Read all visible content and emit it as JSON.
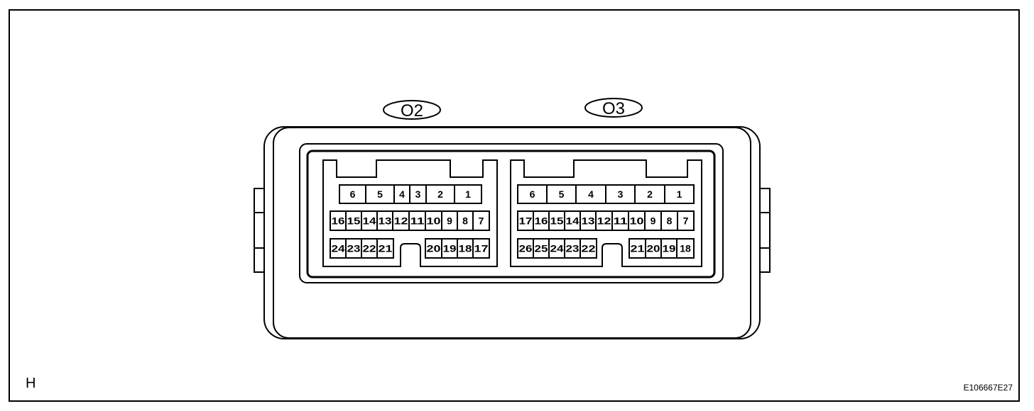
{
  "corner_label": "H",
  "reference_code": "E106667E27",
  "connectors": [
    {
      "label": "O2",
      "rows": [
        [
          "6",
          "5",
          "4",
          "3",
          "2",
          "1"
        ],
        [
          "16",
          "15",
          "14",
          "13",
          "12",
          "11",
          "10",
          "9",
          "8",
          "7"
        ],
        [
          "24",
          "23",
          "22",
          "21",
          "20",
          "19",
          "18",
          "17"
        ]
      ]
    },
    {
      "label": "O3",
      "rows": [
        [
          "6",
          "5",
          "4",
          "3",
          "2",
          "1"
        ],
        [
          "17",
          "16",
          "15",
          "14",
          "13",
          "12",
          "11",
          "10",
          "9",
          "8",
          "7"
        ],
        [
          "26",
          "25",
          "24",
          "23",
          "22",
          "21",
          "20",
          "19",
          "18"
        ]
      ]
    }
  ],
  "colors": {
    "line": "#000000",
    "background": "#ffffff"
  }
}
